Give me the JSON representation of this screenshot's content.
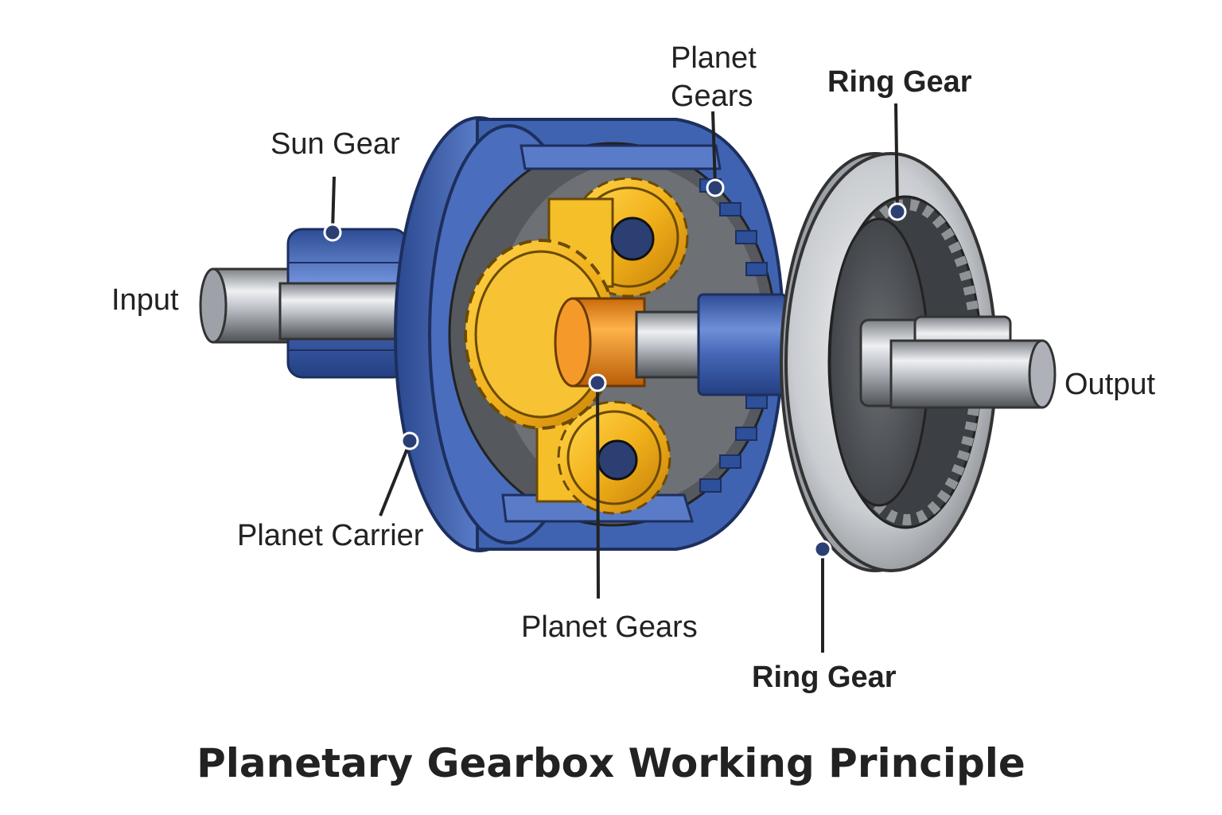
{
  "title": "Planetary Gearbox Working Principle",
  "labels": {
    "sun_gear": "Sun Gear",
    "input": "Input",
    "planet_carrier": "Planet Carrier",
    "planet_gears_top_line1": "Planet",
    "planet_gears_top_line2": "Gears",
    "ring_gear_top": "Ring Gear",
    "planet_gears_bottom": "Planet Gears",
    "ring_gear_bottom": "Ring Gear",
    "output": "Output"
  },
  "colors": {
    "carrier_blue": "#3f63b0",
    "gear_gold": "#f2b21c",
    "sun_orange": "#ef8a1a",
    "steel": "#b8bcc2",
    "leader": "#222222"
  }
}
